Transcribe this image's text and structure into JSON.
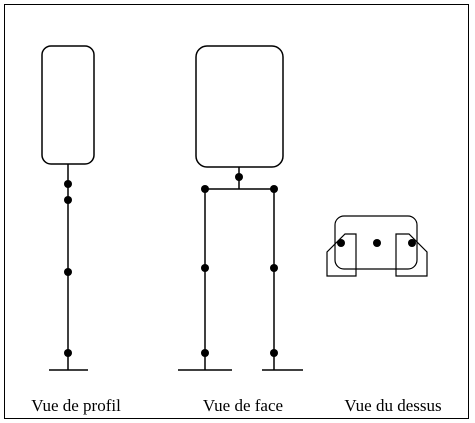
{
  "captions": {
    "profile": "Vue de profil",
    "face": "Vue de face",
    "top": "Vue du dessus"
  },
  "colors": {
    "stroke": "#000000",
    "background": "#ffffff"
  }
}
